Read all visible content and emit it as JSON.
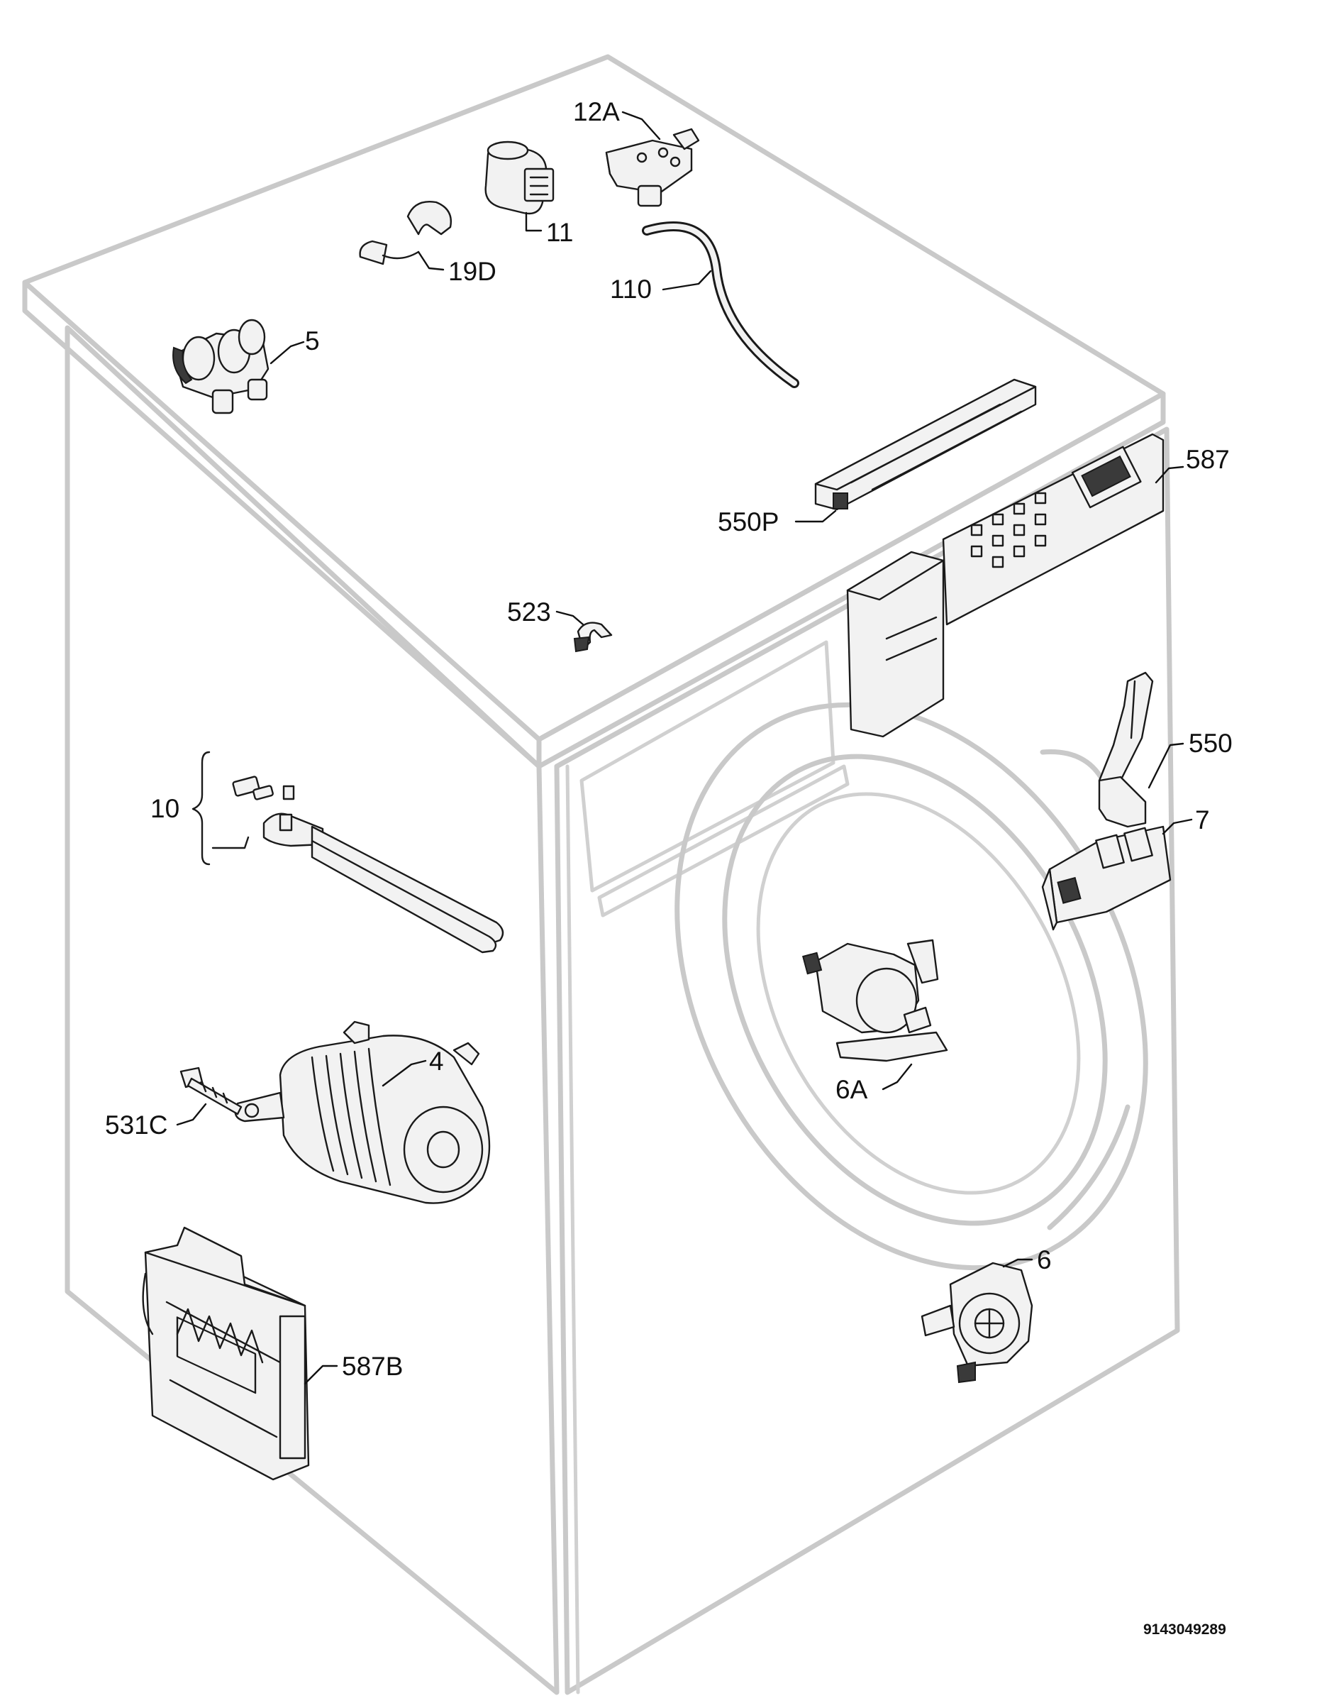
{
  "labels": {
    "p12A": "12A",
    "p11": "11",
    "p19D": "19D",
    "p110": "110",
    "p5": "5",
    "p587": "587",
    "p550P": "550P",
    "p523": "523",
    "p10": "10",
    "p550": "550",
    "p7": "7",
    "p4": "4",
    "p531C": "531C",
    "p6A": "6A",
    "p6": "6",
    "p587B": "587B"
  },
  "drawing_code": "9143049289"
}
